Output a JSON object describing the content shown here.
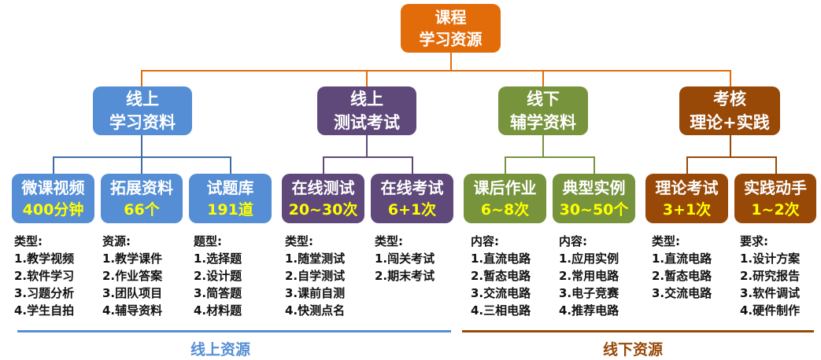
{
  "root": {
    "line1": "课程",
    "line2": "学习资源"
  },
  "colors": {
    "orange": "#e36c0a",
    "blue": "#558ed5",
    "purple": "#5f497a",
    "green": "#77933c",
    "brown": "#984807",
    "yellow": "#ffff00"
  },
  "categories": [
    {
      "line1": "线上",
      "line2": "学习资料"
    },
    {
      "line1": "线上",
      "line2": "测试考试"
    },
    {
      "line1": "线下",
      "line2": "辅学资料"
    },
    {
      "line1": "考核",
      "line2": "理论+实践"
    }
  ],
  "items": [
    {
      "title": "微课视频",
      "value": "400分钟",
      "heading": "类型:",
      "list": [
        "1.教学视频",
        "2.软件学习",
        "3.习题分析",
        "4.学生自拍"
      ]
    },
    {
      "title": "拓展资料",
      "value": "66个",
      "heading": "资源:",
      "list": [
        "1.教学课件",
        "2.作业答案",
        "3.团队项目",
        "4.辅导资料"
      ]
    },
    {
      "title": "试题库",
      "value": "191道",
      "heading": "题型:",
      "list": [
        "1.选择题",
        "2.设计题",
        "3.简答题",
        "4.材料题"
      ]
    },
    {
      "title": "在线测试",
      "value": "20~30次",
      "heading": "类型:",
      "list": [
        "1.随堂测试",
        "2.自学测试",
        "3.课前自测",
        "4.快测点名"
      ]
    },
    {
      "title": "在线考试",
      "value": "6+1次",
      "heading": "类型:",
      "list": [
        "1.闯关考试",
        "2.期末考试"
      ]
    },
    {
      "title": "课后作业",
      "value": "6~8次",
      "heading": "内容:",
      "list": [
        "1.直流电路",
        "2.暂态电路",
        "3.交流电路",
        "4.三相电路"
      ]
    },
    {
      "title": "典型实例",
      "value": "30~50个",
      "heading": "内容:",
      "list": [
        "1.应用实例",
        "2.常用电路",
        "3.电子竞赛",
        "4.推荐电路"
      ]
    },
    {
      "title": "理论考试",
      "value": "3+1次",
      "heading": "类型:",
      "list": [
        "1.直流电路",
        "2.暂态电路",
        "3.交流电路"
      ]
    },
    {
      "title": "实践动手",
      "value": "1~2次",
      "heading": "要求:",
      "list": [
        "1.设计方案",
        "2.研究报告",
        "3.软件调试",
        "4.硬件制作"
      ]
    }
  ],
  "footer": {
    "online": "线上资源",
    "offline": "线下资源"
  }
}
